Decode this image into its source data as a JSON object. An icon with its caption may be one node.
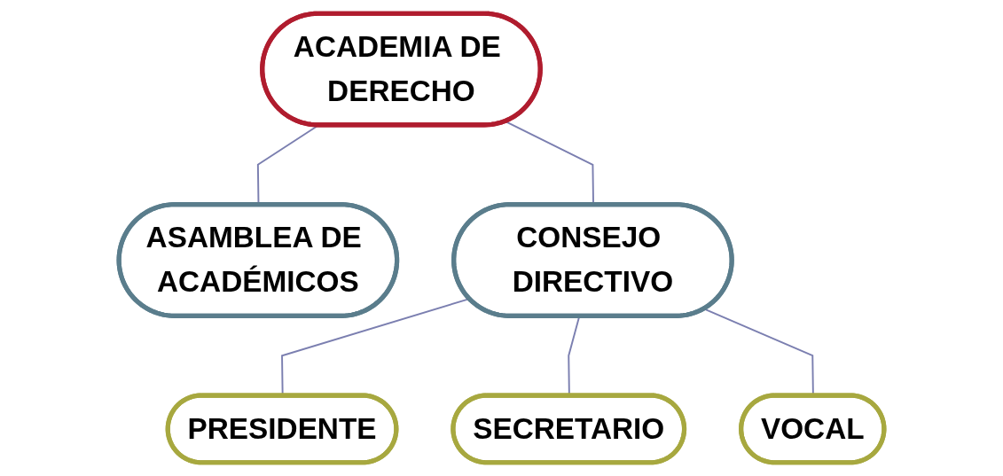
{
  "diagram": {
    "nodes": [
      {
        "text": [
          "ACADEMIA DE DERECHO"
        ]
      },
      {
        "text": [
          "ASAMBLEA DE ACADÉMICOS"
        ]
      },
      {
        "text": [
          "CONSEJO DIRECTIVO"
        ]
      },
      {
        "text": [
          "PRESIDENTE"
        ]
      },
      {
        "text": [
          "SECRETARIO"
        ]
      },
      {
        "text": [
          "VOCAL"
        ]
      }
    ],
    "edges": [
      {
        "from": 0,
        "to": 1,
        "arrow": "none"
      },
      {
        "from": 0,
        "to": 2,
        "arrow": "none"
      },
      {
        "from": 2,
        "to": 3,
        "arrow": "none"
      },
      {
        "from": 2,
        "to": 4,
        "arrow": "none"
      },
      {
        "from": 2,
        "to": 5,
        "arrow": "none"
      }
    ]
  }
}
